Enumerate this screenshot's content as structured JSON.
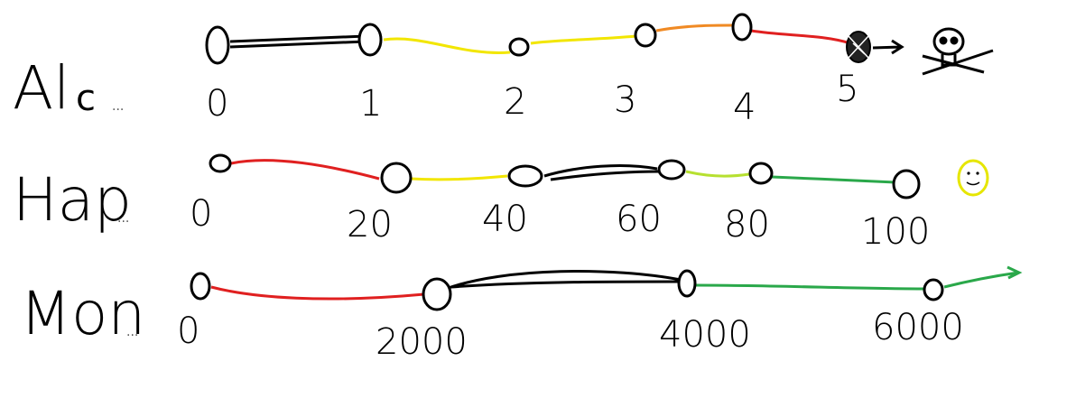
{
  "rows": [
    {
      "label": "Al",
      "sub": "c",
      "dots": "...",
      "ticks": [
        "0",
        "1",
        "2",
        "3",
        "4",
        "5"
      ],
      "end_icon": "skull-crossbones-icon",
      "segment_colors": [
        "#000000",
        "#f2e600",
        "#f2e600",
        "#f08a24",
        "#e02020"
      ]
    },
    {
      "label": "Hap",
      "dots": "...",
      "ticks": [
        "0",
        "20",
        "40",
        "60",
        "80",
        "100"
      ],
      "end_icon": "smiley-face-icon",
      "segment_colors": [
        "#e02020",
        "#f2e600",
        "#000000",
        "#b6e030",
        "#2aa84a"
      ]
    },
    {
      "label": "Mon",
      "dots": "...",
      "ticks": [
        "0",
        "2000",
        "4000",
        "6000"
      ],
      "end_icon": "arrow-right-icon",
      "segment_colors": [
        "#e02020",
        "#000000",
        "#2aa84a",
        "#2aa84a"
      ]
    }
  ],
  "colors": {
    "line": "#000000",
    "red": "#e02020",
    "yellow": "#f2e600",
    "orange": "#f08a24",
    "lime": "#b6e030",
    "green": "#2aa84a"
  }
}
